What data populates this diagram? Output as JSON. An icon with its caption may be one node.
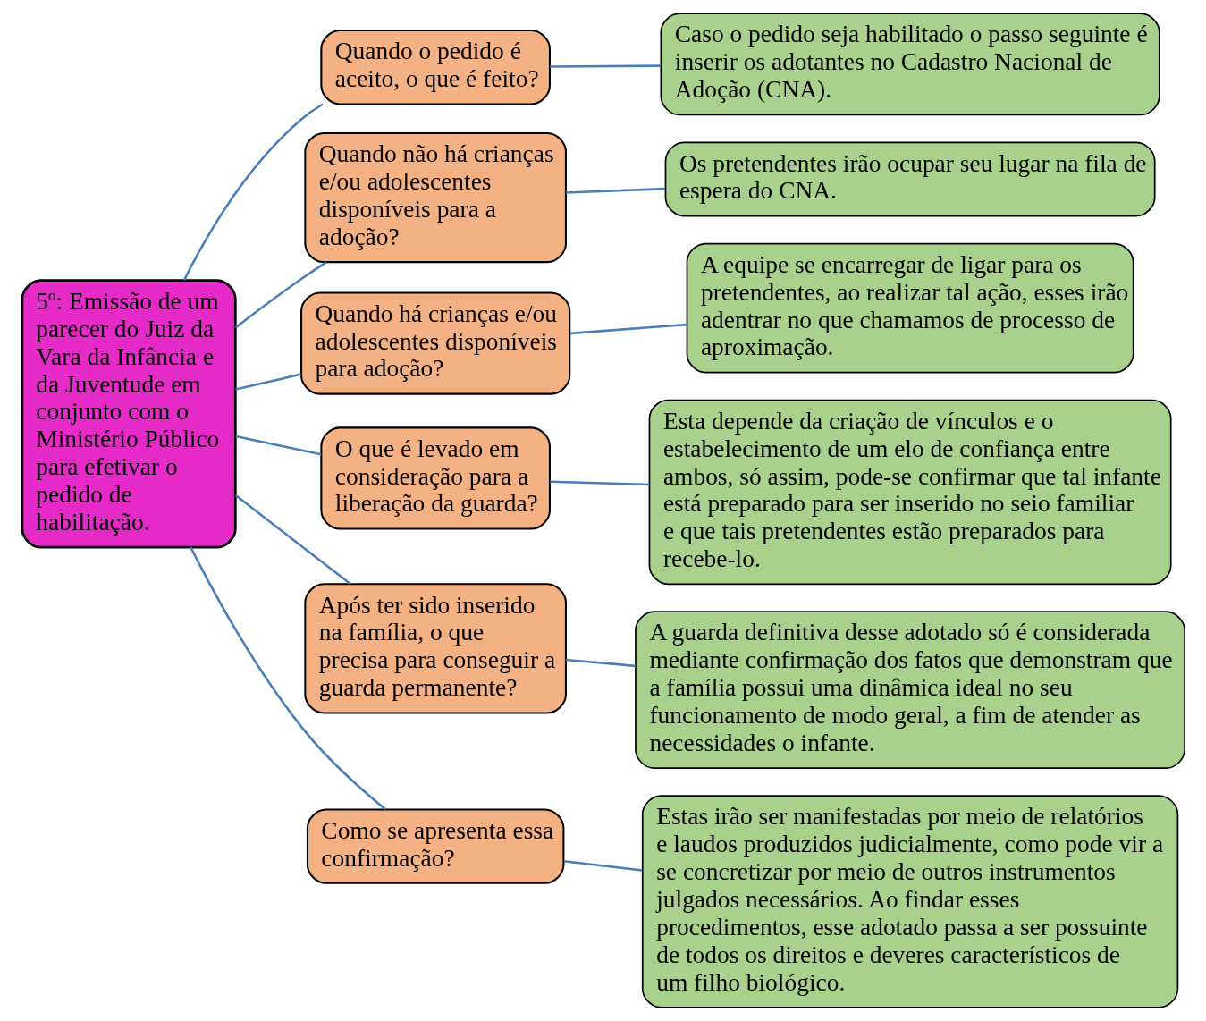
{
  "diagram": {
    "nodes": [
      {
        "text": [
          "5º: Emissão de um parecer do Juiz da Vara da Infância e da Juventude em conjunto com o Ministério Público para efetivar o pedido de habilitação."
        ]
      },
      {
        "text": [
          "Quando o pedido é aceito, o que é feito?"
        ]
      },
      {
        "text": [
          "Quando não há crianças e/ou adolescentes disponíveis para a adoção?"
        ]
      },
      {
        "text": [
          "Quando há crianças e/ou adolescentes disponíveis para adoção?"
        ]
      },
      {
        "text": [
          "O que é levado em consideração para a liberação da guarda?"
        ]
      },
      {
        "text": [
          "Após ter sido inserido na família, o que precisa para conseguir a guarda permanente?"
        ]
      },
      {
        "text": [
          "Como se apresenta essa confirmação?"
        ]
      },
      {
        "text": [
          "Caso o pedido seja habilitado o passo seguinte é inserir os adotantes no Cadastro Nacional de Adoção (CNA)."
        ]
      },
      {
        "text": [
          "Os pretendentes irão ocupar seu lugar na fila de espera do CNA."
        ]
      },
      {
        "text": [
          "A equipe se encarregar de ligar para os pretendentes, ao realizar tal ação, esses irão adentrar no que chamamos de processo de aproximação."
        ]
      },
      {
        "text": [
          "Esta depende da criação de vínculos e o estabelecimento de um elo de confiança entre ambos, só assim, pode-se confirmar que tal infante está preparado para ser inserido no seio familiar e que tais pretendentes estão preparados para recebe-lo."
        ]
      },
      {
        "text": [
          "A guarda definitiva desse adotado só é considerada mediante confirmação dos fatos que demonstram que a família possui uma dinâmica ideal no seu funcionamento de modo geral, a fim de atender as necessidades o infante."
        ]
      },
      {
        "text": [
          "Estas irão ser manifestadas por meio de relatórios e laudos produzidos judicialmente, como pode vir a se concretizar por meio de outros instrumentos julgados necessários. Ao findar esses procedimentos, esse adotado passa a ser possuinte de todos os direitos e deveres característicos de um filho biológico."
        ]
      }
    ],
    "edges": [
      {
        "from": 0,
        "to": 1,
        "arrow": "none"
      },
      {
        "from": 0,
        "to": 2,
        "arrow": "none"
      },
      {
        "from": 0,
        "to": 3,
        "arrow": "none"
      },
      {
        "from": 0,
        "to": 4,
        "arrow": "none"
      },
      {
        "from": 0,
        "to": 5,
        "arrow": "none"
      },
      {
        "from": 0,
        "to": 6,
        "arrow": "none"
      },
      {
        "from": 1,
        "to": 7,
        "arrow": "none"
      },
      {
        "from": 2,
        "to": 8,
        "arrow": "none"
      },
      {
        "from": 3,
        "to": 9,
        "arrow": "none"
      },
      {
        "from": 4,
        "to": 10,
        "arrow": "none"
      },
      {
        "from": 5,
        "to": 11,
        "arrow": "none"
      },
      {
        "from": 6,
        "to": 12,
        "arrow": "none"
      }
    ]
  }
}
